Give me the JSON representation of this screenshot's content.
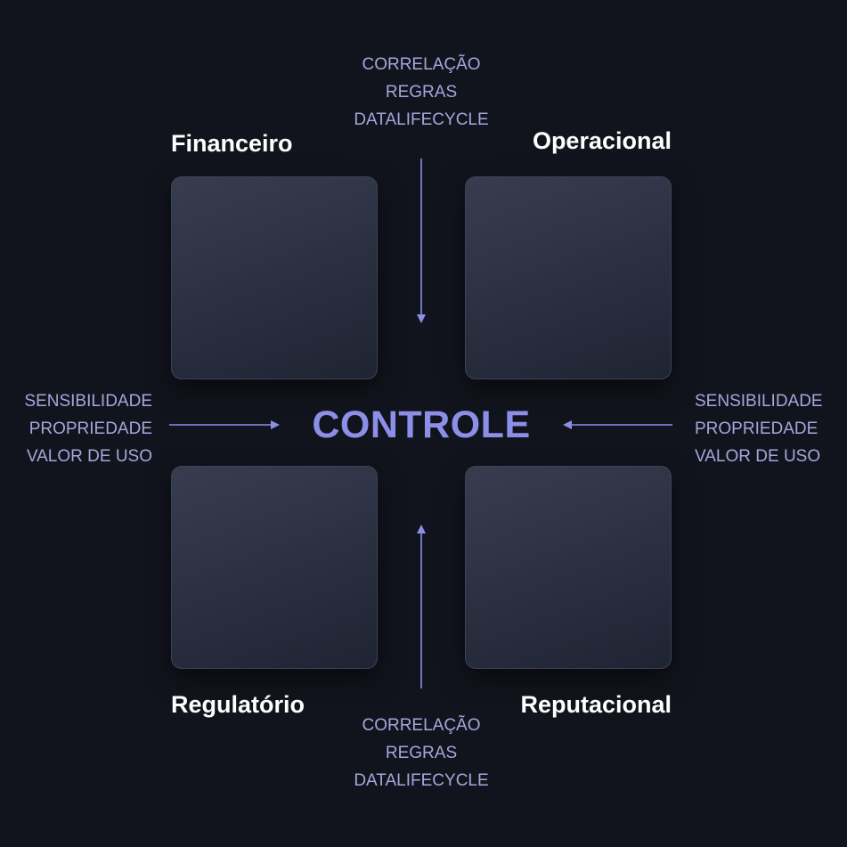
{
  "center": {
    "label": "CONTROLE"
  },
  "quadrants": [
    {
      "title": "Financeiro"
    },
    {
      "title": "Operacional"
    },
    {
      "title": "Regulatório"
    },
    {
      "title": "Reputacional"
    }
  ],
  "inputs": {
    "top": [
      "CORRELAÇÃO",
      "REGRAS",
      "DATALIFECYCLE"
    ],
    "bottom": [
      "CORRELAÇÃO",
      "REGRAS",
      "DATALIFECYCLE"
    ],
    "left": [
      "SENSIBILIDADE",
      "PROPRIEDADE",
      "VALOR DE USO"
    ],
    "right": [
      "SENSIBILIDADE",
      "PROPRIEDADE",
      "VALOR DE USO"
    ]
  },
  "colors": {
    "background": "#12141d",
    "accent": "#8b8fe8",
    "label": "#a3a7dc"
  }
}
